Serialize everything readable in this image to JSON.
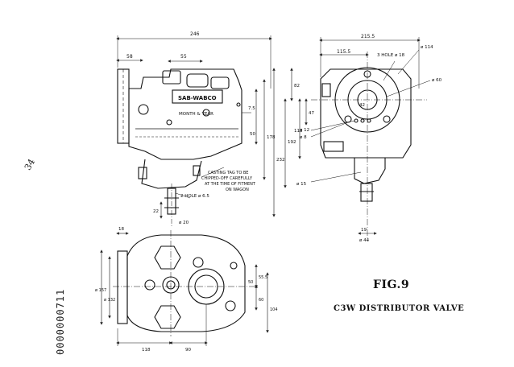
{
  "figure": {
    "number": "FIG.9",
    "caption": "C3W   DISTRIBUTOR VALVE",
    "serial": "0000000711",
    "sheet_mark": "34"
  },
  "front_view": {
    "nameplate_line1": "SAB-WABCO",
    "nameplate_line2": "MONTH & YEAR",
    "dims": [
      "246",
      "58",
      "55",
      "7.5",
      "50",
      "178",
      "22",
      "ø 20"
    ],
    "note_casting": [
      "CASTING TAG TO BE",
      "CHIPPED-OFF CAREFULLY",
      "AT THE TIME OF FITMENT",
      "ON WAGON"
    ],
    "note_hole": "2 HOLE ø 6.5"
  },
  "side_view": {
    "dims": [
      "215.5",
      "115.5",
      "3 HOLE ø 18",
      "ø 114",
      "ø 60",
      "42",
      "82",
      "47",
      "113",
      "192",
      "232",
      "ø 12",
      "ø 8",
      "ø 15",
      "19",
      "ø 44"
    ]
  },
  "bottom_view": {
    "dims": [
      "18",
      "ø 157",
      "ø 132",
      "118",
      "90",
      "55.5",
      "60",
      "50",
      "104"
    ]
  }
}
